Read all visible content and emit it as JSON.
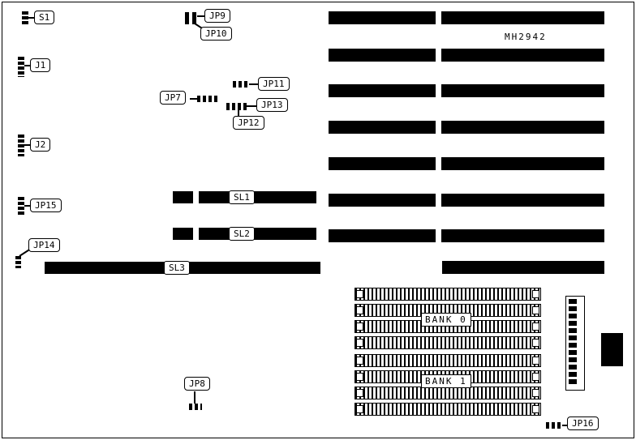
{
  "diagram": {
    "chip_label": "MH2942",
    "connector_labels": {
      "s1": "S1",
      "j1": "J1",
      "j2": "J2",
      "jp7": "JP7",
      "jp8": "JP8",
      "jp9": "JP9",
      "jp10": "JP10",
      "jp11": "JP11",
      "jp12": "JP12",
      "jp13": "JP13",
      "jp14": "JP14",
      "jp15": "JP15",
      "jp16": "JP16"
    },
    "slot_labels": {
      "sl1": "SL1",
      "sl2": "SL2",
      "sl3": "SL3"
    },
    "bank_labels": {
      "bank0": "BANK 0",
      "bank1": "BANK 1"
    },
    "colors": {
      "ink": "#000000",
      "background": "#ffffff"
    }
  }
}
